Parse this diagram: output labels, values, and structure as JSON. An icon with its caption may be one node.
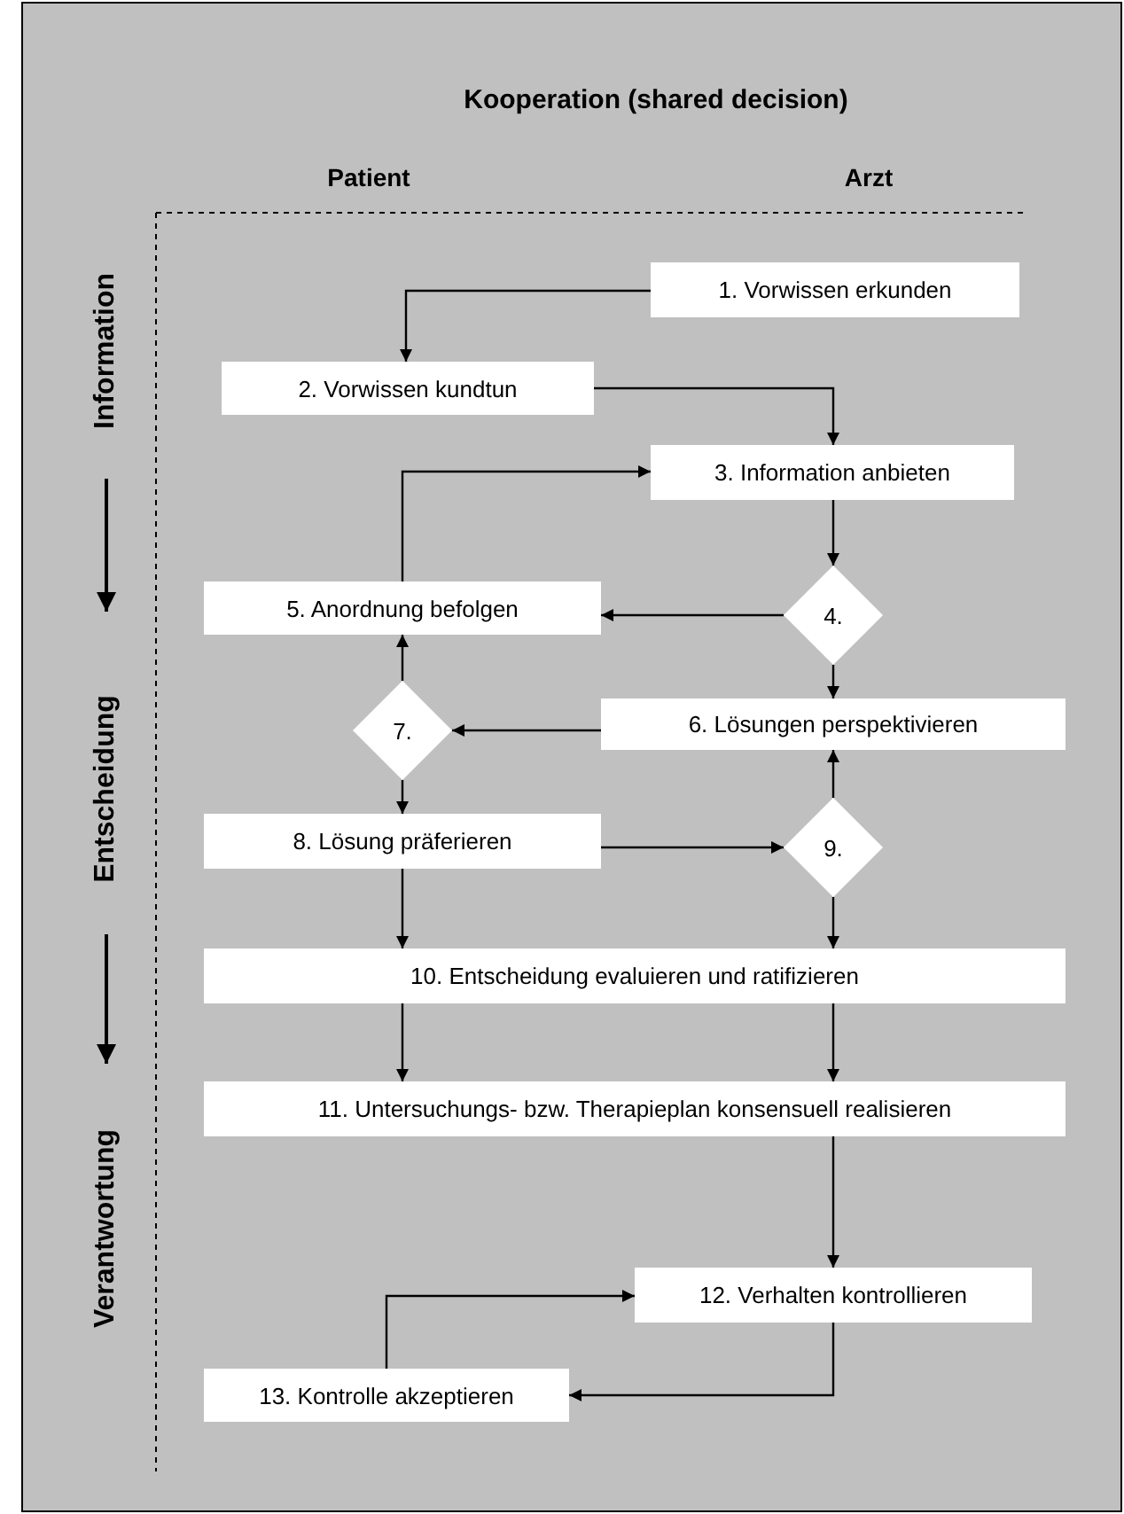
{
  "diagram": {
    "title": "Kooperation (shared decision)",
    "nodes": [
      {
        "text": [
          "1. Vorwissen erkunden"
        ]
      },
      {
        "text": [
          "2. Vorwissen kundtun"
        ]
      },
      {
        "text": [
          "3. Information anbieten"
        ]
      },
      {
        "text": [
          "4."
        ]
      },
      {
        "text": [
          "5. Anordnung befolgen"
        ]
      },
      {
        "text": [
          "6. Lösungen perspektivieren"
        ]
      },
      {
        "text": [
          "7."
        ]
      },
      {
        "text": [
          "8. Lösung präferieren"
        ]
      },
      {
        "text": [
          "9."
        ]
      },
      {
        "text": [
          "10. Entscheidung evaluieren und ratifizieren"
        ]
      },
      {
        "text": [
          "11. Untersuchungs- bzw. Therapieplan konsensuell realisieren"
        ]
      },
      {
        "text": [
          "12. Verhalten kontrollieren"
        ]
      },
      {
        "text": [
          "13. Kontrolle akzeptieren"
        ]
      }
    ],
    "edges": [
      {
        "from": 0,
        "to": 1,
        "arrow": "to"
      },
      {
        "from": 1,
        "to": 2,
        "arrow": "to"
      },
      {
        "from": 4,
        "to": 2,
        "arrow": "to"
      },
      {
        "from": 2,
        "to": 3,
        "arrow": "to"
      },
      {
        "from": 3,
        "to": 4,
        "arrow": "to"
      },
      {
        "from": 3,
        "to": 5,
        "arrow": "to"
      },
      {
        "from": 5,
        "to": 6,
        "arrow": "to"
      },
      {
        "from": 6,
        "to": 4,
        "arrow": "to"
      },
      {
        "from": 6,
        "to": 7,
        "arrow": "to"
      },
      {
        "from": 7,
        "to": 8,
        "arrow": "to"
      },
      {
        "from": 8,
        "to": 5,
        "arrow": "to"
      },
      {
        "from": 7,
        "to": 9,
        "arrow": "to"
      },
      {
        "from": 8,
        "to": 9,
        "arrow": "to"
      },
      {
        "from": 9,
        "to": 10,
        "arrow": "to"
      },
      {
        "from": 9,
        "to": 10,
        "arrow": "to"
      },
      {
        "from": 10,
        "to": 11,
        "arrow": "to"
      },
      {
        "from": 11,
        "to": 12,
        "arrow": "to"
      },
      {
        "from": 12,
        "to": 11,
        "arrow": "to"
      }
    ],
    "labels": [
      "Patient",
      "Arzt",
      "Information",
      "Entscheidung",
      "Verantwortung"
    ]
  }
}
